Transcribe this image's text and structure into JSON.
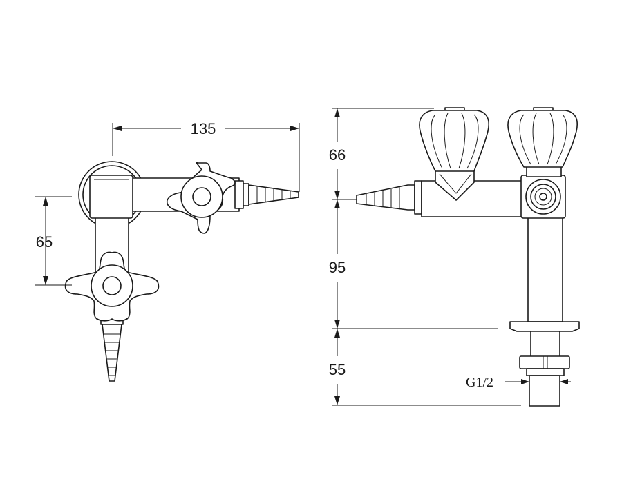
{
  "dimensions": {
    "overall_width": "135",
    "outlet_spacing": "65",
    "handle_height": "66",
    "body_height": "95",
    "shank_length": "55",
    "thread_size": "G1/2"
  }
}
